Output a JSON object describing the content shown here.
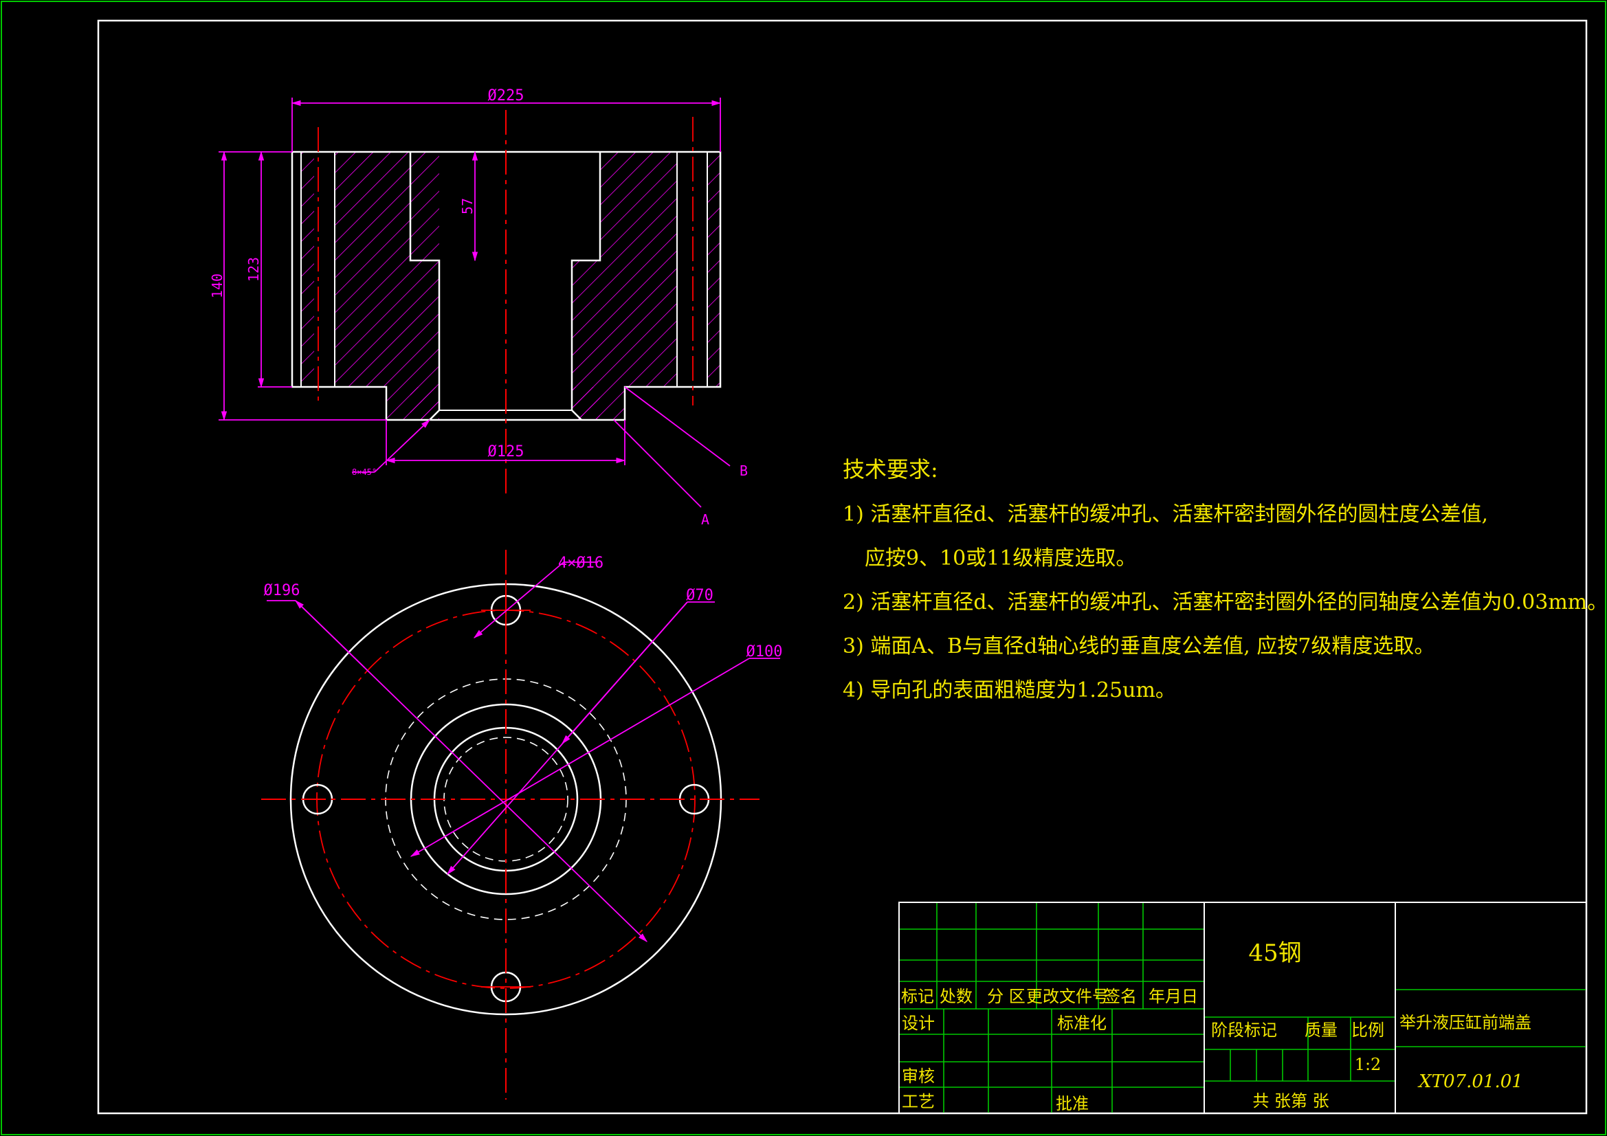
{
  "dimensions": {
    "d225": "Ø225",
    "d140": "140",
    "d123": "123",
    "d57": "57",
    "d125": "Ø125",
    "chamfer": "8×45°",
    "label_a": "A",
    "label_b": "B",
    "d196": "Ø196",
    "holes": "4×Ø16",
    "d70": "Ø70",
    "d100": "Ø100"
  },
  "tech_requirements": {
    "title": "技术要求:",
    "items": [
      "1) 活塞杆直径d、活塞杆的缓冲孔、活塞杆密封圈外径的圆柱度公差值,",
      "应按9、10或11级精度选取。",
      "2) 活塞杆直径d、活塞杆的缓冲孔、活塞杆密封圈外径的同轴度公差值为0.03mm。",
      "3) 端面A、B与直径d轴心线的垂直度公差值, 应按7级精度选取。",
      "4) 导向孔的表面粗糙度为1.25um。"
    ]
  },
  "title_block": {
    "material": "45钢",
    "part_name": "举升液压缸前端盖",
    "drawing_no": "XT07.01.01",
    "scale": "1:2",
    "col_headers": [
      "标记",
      "处数",
      "分 区",
      "更改文件号",
      "签名",
      "年月日"
    ],
    "design": "设计",
    "standardize": "标准化",
    "review": "审核",
    "process": "工艺",
    "approve": "批准",
    "stage_mark": "阶段标记",
    "weight": "质量",
    "ratio": "比例",
    "sheets": "共   张第   张"
  },
  "colors": {
    "background": "#000000",
    "outline": "#ffffff",
    "dimension": "#ff00ff",
    "centerline": "#ff0000",
    "text": "#f2e600",
    "grid": "#00c800"
  }
}
